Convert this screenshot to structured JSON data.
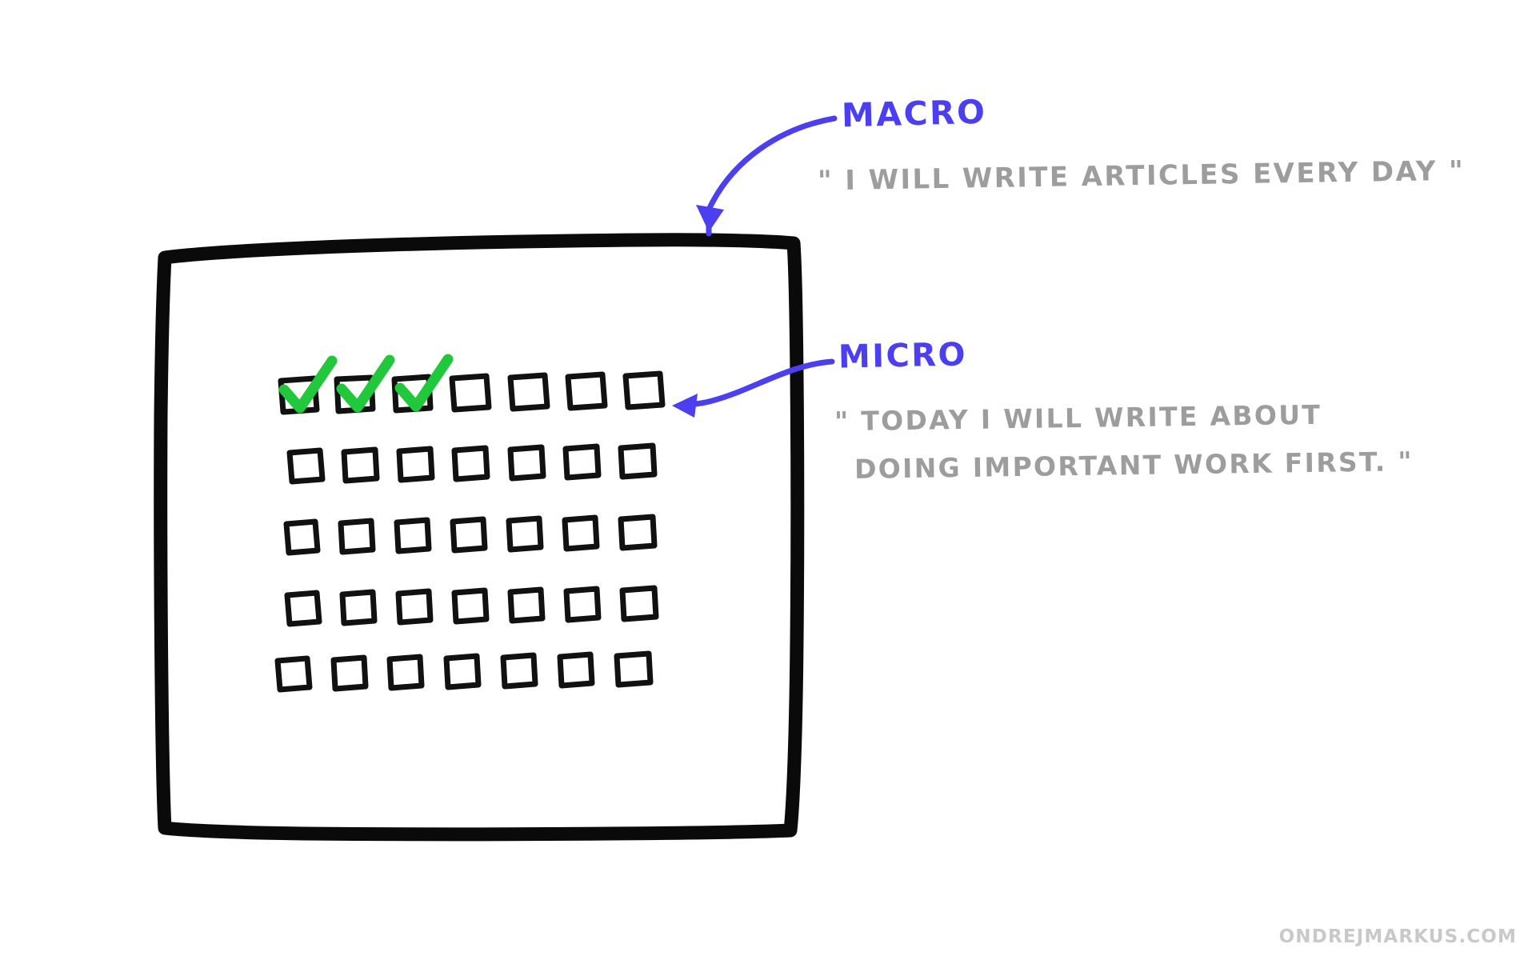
{
  "annotations": {
    "macro": {
      "label": "MACRO",
      "quote": "\" I WILL WRITE ARTICLES EVERY DAY \"",
      "color": "#4b3ff0",
      "quote_color": "#9d9d9d"
    },
    "micro": {
      "label": "MICRO",
      "quote_line1": "\" TODAY I WILL WRITE ABOUT",
      "quote_line2": "DOING IMPORTANT WORK FIRST. \"",
      "color": "#4b3ff0",
      "quote_color": "#9d9d9d"
    }
  },
  "habit_tracker": {
    "frame_color": "#0a0a0a",
    "checkbox_color": "#111111",
    "check_color": "#22c83c",
    "rows": 5,
    "columns": 7,
    "total_boxes": 35,
    "checked_count": 3,
    "checked_cells": [
      {
        "row": 1,
        "column": 1
      },
      {
        "row": 1,
        "column": 2
      },
      {
        "row": 1,
        "column": 3
      }
    ]
  },
  "watermark": {
    "text": "ONDREJMARKUS.COM",
    "color": "#c9c9c9"
  }
}
